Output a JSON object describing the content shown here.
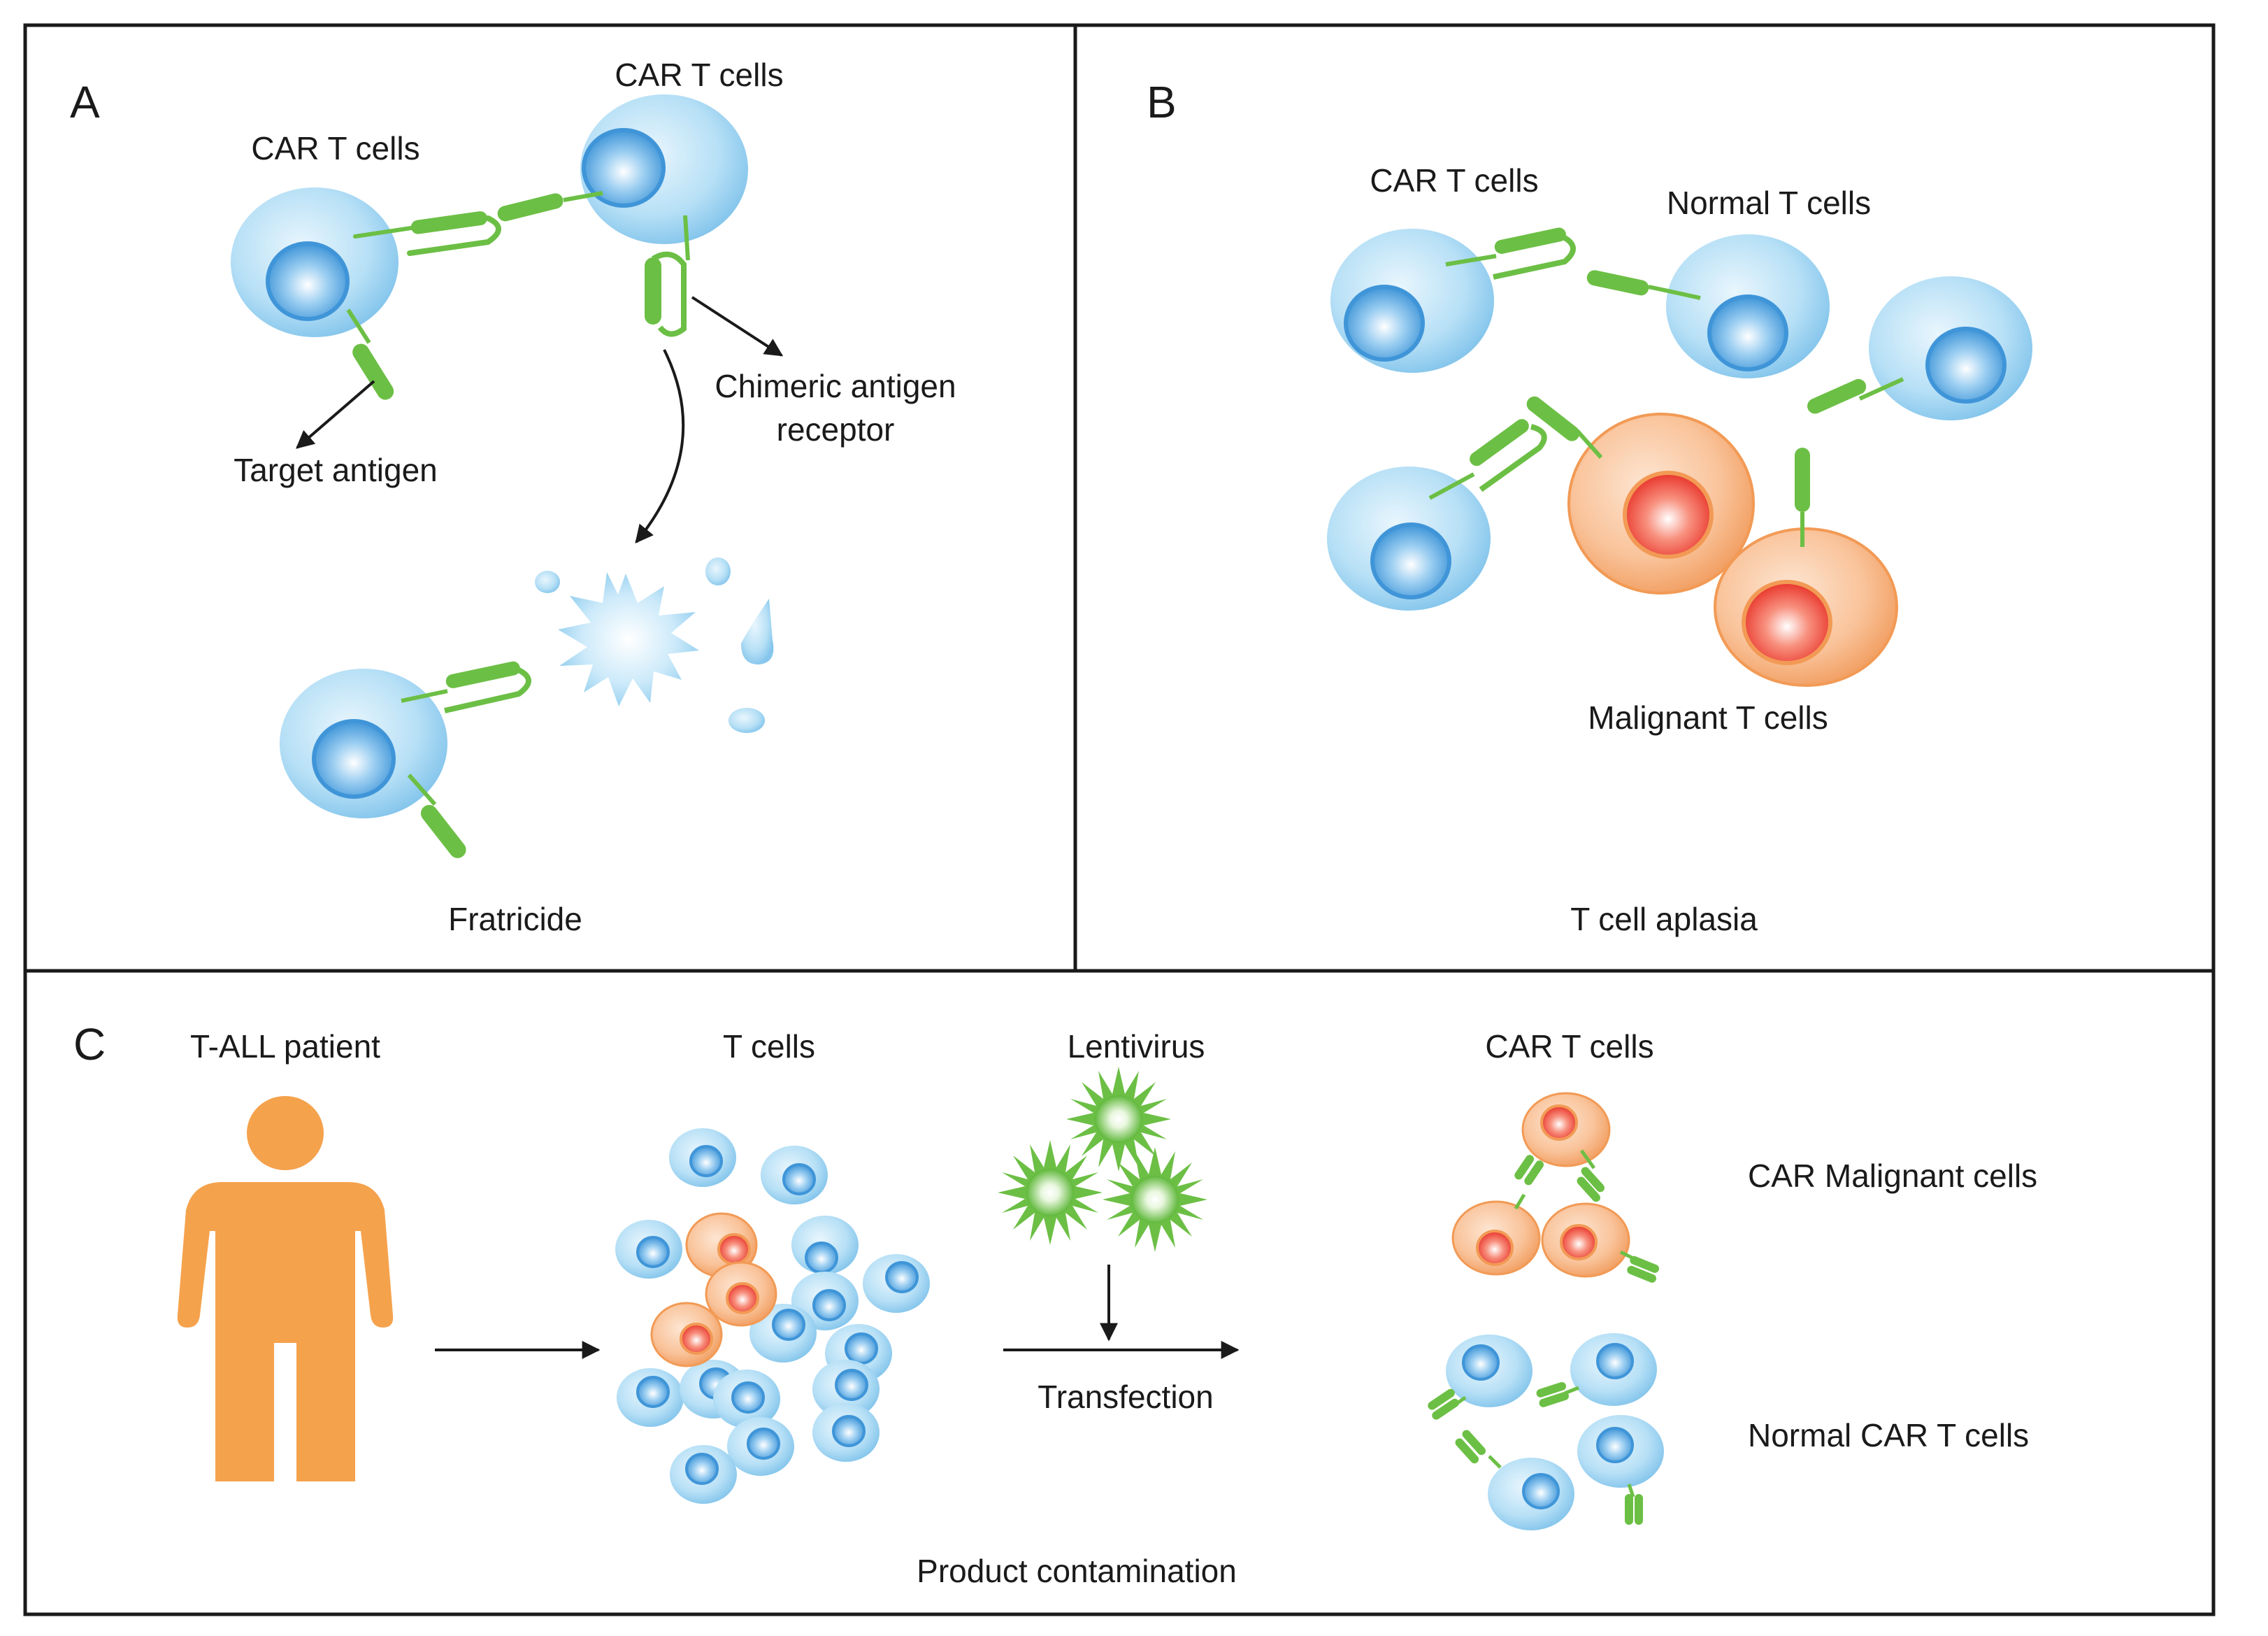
{
  "panels": {
    "a": {
      "letter": "A",
      "car_t_cells_left": "CAR T cells",
      "car_t_cells_top": "CAR T cells",
      "target_antigen": "Target antigen",
      "chimeric_line1": "Chimeric antigen",
      "chimeric_line2": "receptor",
      "caption": "Fratricide"
    },
    "b": {
      "letter": "B",
      "car_t_cells": "CAR T cells",
      "normal_t_cells": "Normal T cells",
      "malignant_t_cells": "Malignant T cells",
      "caption": "T cell aplasia"
    },
    "c": {
      "letter": "C",
      "patient": "T-ALL patient",
      "t_cells": "T cells",
      "lentivirus": "Lentivirus",
      "car_t_cells": "CAR T cells",
      "transfection": "Transfection",
      "car_malignant": "CAR Malignant cells",
      "normal_car": "Normal CAR T cells",
      "caption": "Product contamination"
    }
  },
  "colors": {
    "normal_cell": "#a9d8f3",
    "normal_nucleus": "#3f95d8",
    "malignant_cell": "#f8b98c",
    "malignant_nucleus": "#ef4a38",
    "receptor_green": "#6cbf45",
    "patient_orange": "#f5a24d",
    "border": "#1a1a1a"
  }
}
